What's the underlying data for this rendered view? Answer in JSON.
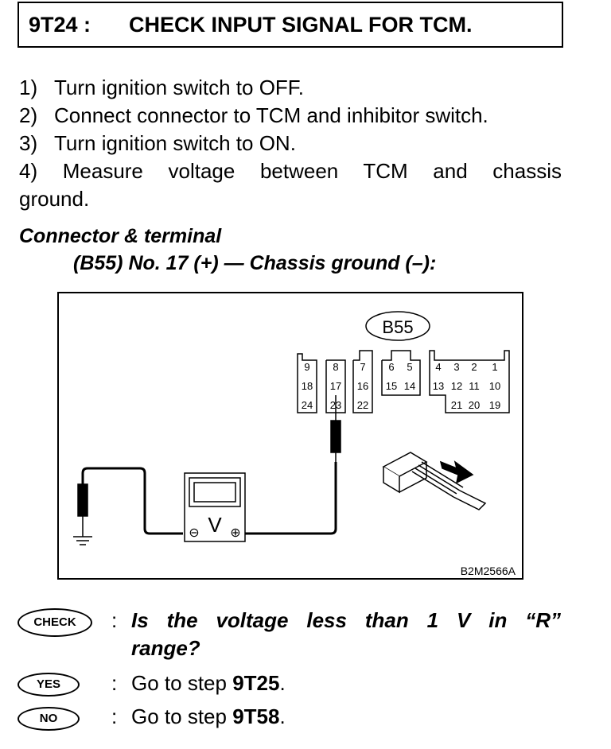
{
  "header": {
    "code": "9T24 :",
    "title": "CHECK INPUT SIGNAL FOR TCM."
  },
  "steps": [
    {
      "num": "1)",
      "text": "Turn ignition switch to OFF."
    },
    {
      "num": "2)",
      "text": "Connect connector to TCM and inhibitor switch."
    },
    {
      "num": "3)",
      "text": "Turn ignition switch to ON."
    },
    {
      "num": "4)",
      "text": "Measure voltage between TCM and chassis"
    },
    {
      "num": "",
      "text": "ground."
    }
  ],
  "connector": {
    "heading": "Connector & terminal",
    "spec": "(B55) No. 17 (+) — Chassis ground (–):"
  },
  "figure": {
    "connector_label": "B55",
    "row1": [
      "9",
      "8",
      "7",
      "6",
      "5",
      "4",
      "3",
      "2",
      "1"
    ],
    "row2": [
      "18",
      "17",
      "16",
      "15",
      "14",
      "13",
      "12",
      "11",
      "10"
    ],
    "row3": [
      "24",
      "23",
      "22",
      "21",
      "20",
      "19"
    ],
    "meter_symbol": "V",
    "minus": "⊖",
    "plus": "⊕",
    "figure_id": "B2M2566A"
  },
  "check": {
    "badge": "CHECK",
    "colon": ":",
    "question_line1": "Is the voltage less than 1 V in “R”",
    "question_line2": "range?"
  },
  "yes": {
    "badge": "YES",
    "colon": ":",
    "text": "Go to step ",
    "step": "9T25",
    "end": "."
  },
  "no": {
    "badge": "NO",
    "colon": ":",
    "text": "Go to step ",
    "step": "9T58",
    "end": "."
  }
}
